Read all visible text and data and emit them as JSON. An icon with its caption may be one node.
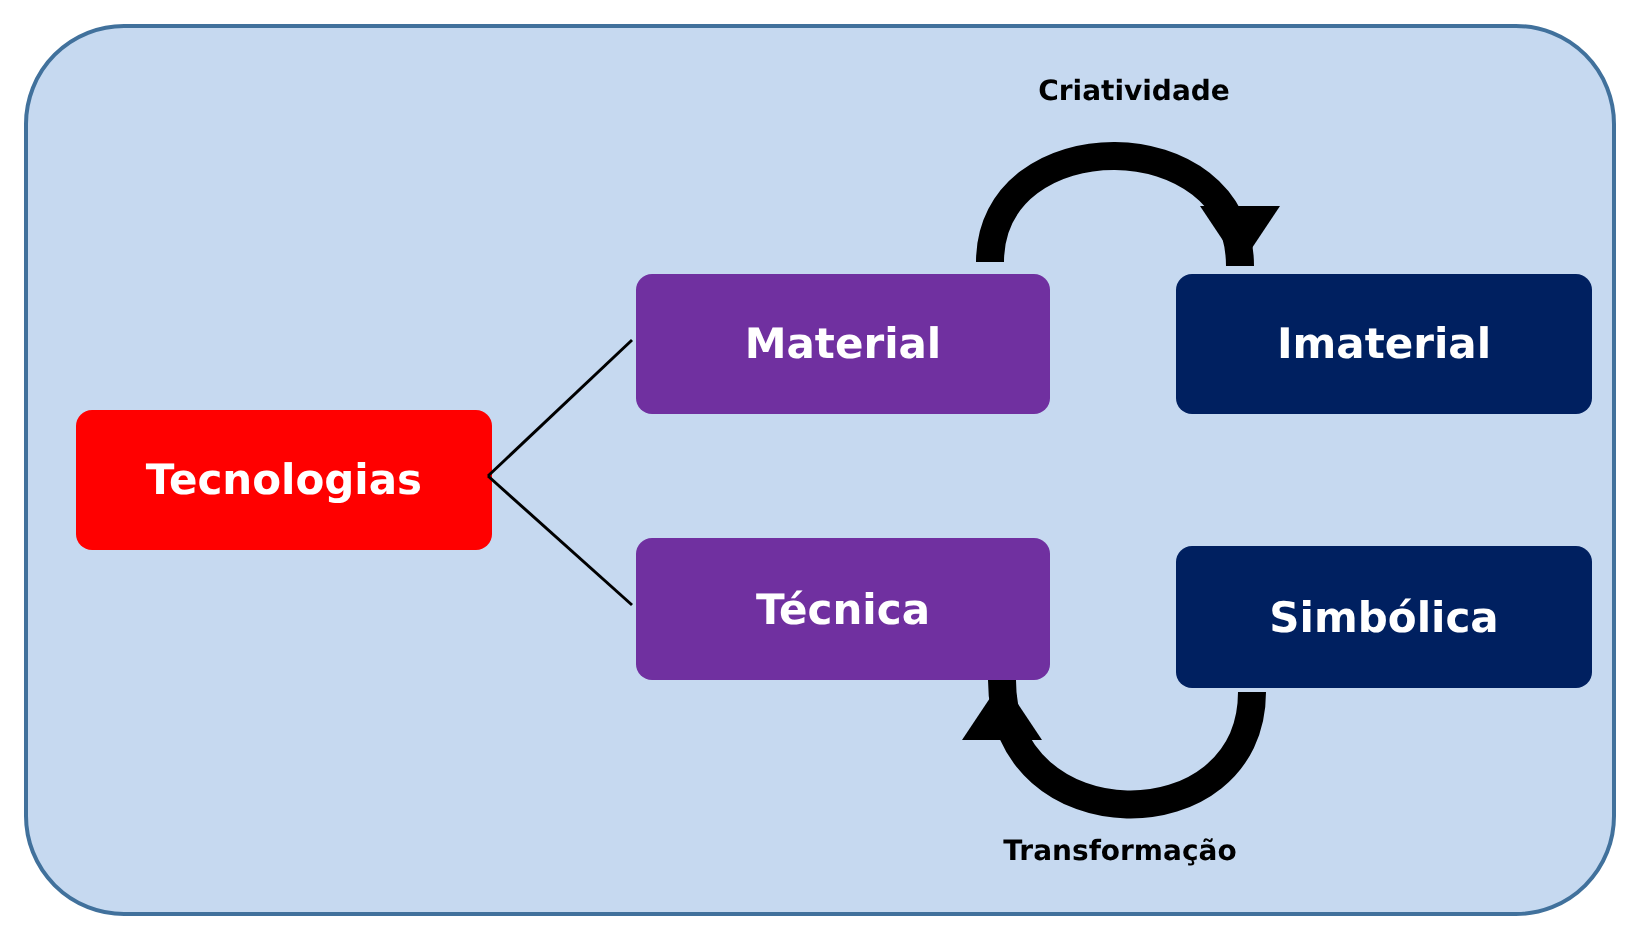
{
  "diagram": {
    "nodes": [
      {
        "text": [],
        "shape": "box"
      },
      {
        "text": [
          "Tecnologias"
        ],
        "in": 0
      },
      {
        "text": [
          "Material"
        ],
        "in": 0
      },
      {
        "text": [
          "Imaterial"
        ],
        "in": 0
      },
      {
        "text": [
          "Técnica"
        ],
        "in": 0
      },
      {
        "text": [
          "Simbólica"
        ],
        "in": 0
      }
    ],
    "edges": [
      {
        "from": 1,
        "to": 2,
        "arrow": "none"
      },
      {
        "from": 1,
        "to": 4,
        "arrow": "none"
      },
      {
        "from": 2,
        "to": 3,
        "arrow": "to",
        "label": "Criatividade",
        "style": "thick"
      },
      {
        "from": 5,
        "to": 4,
        "arrow": "to",
        "label": "Transformação",
        "style": "thick"
      }
    ]
  }
}
